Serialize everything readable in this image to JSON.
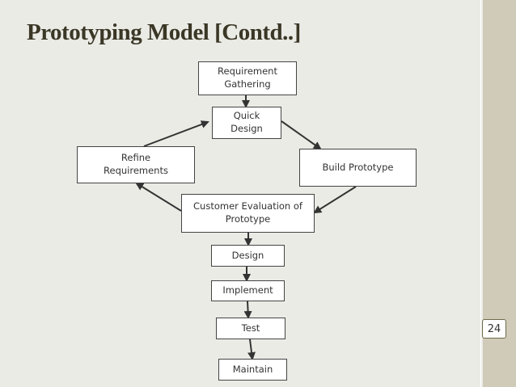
{
  "slide": {
    "title": "Prototyping Model [Contd..]",
    "page_number": "24"
  },
  "diagram": {
    "nodes": {
      "requirement_gathering": "Requirement\nGathering",
      "quick_design": "Quick\nDesign",
      "build_prototype": "Build Prototype",
      "refine_requirements": "Refine\nRequirements",
      "customer_evaluation": "Customer Evaluation of\nPrototype",
      "design": "Design",
      "implement": "Implement",
      "test": "Test",
      "maintain": "Maintain"
    },
    "edges": [
      [
        "requirement_gathering",
        "quick_design"
      ],
      [
        "quick_design",
        "build_prototype"
      ],
      [
        "build_prototype",
        "customer_evaluation"
      ],
      [
        "customer_evaluation",
        "refine_requirements"
      ],
      [
        "refine_requirements",
        "quick_design"
      ],
      [
        "customer_evaluation",
        "design"
      ],
      [
        "design",
        "implement"
      ],
      [
        "implement",
        "test"
      ],
      [
        "test",
        "maintain"
      ]
    ]
  }
}
